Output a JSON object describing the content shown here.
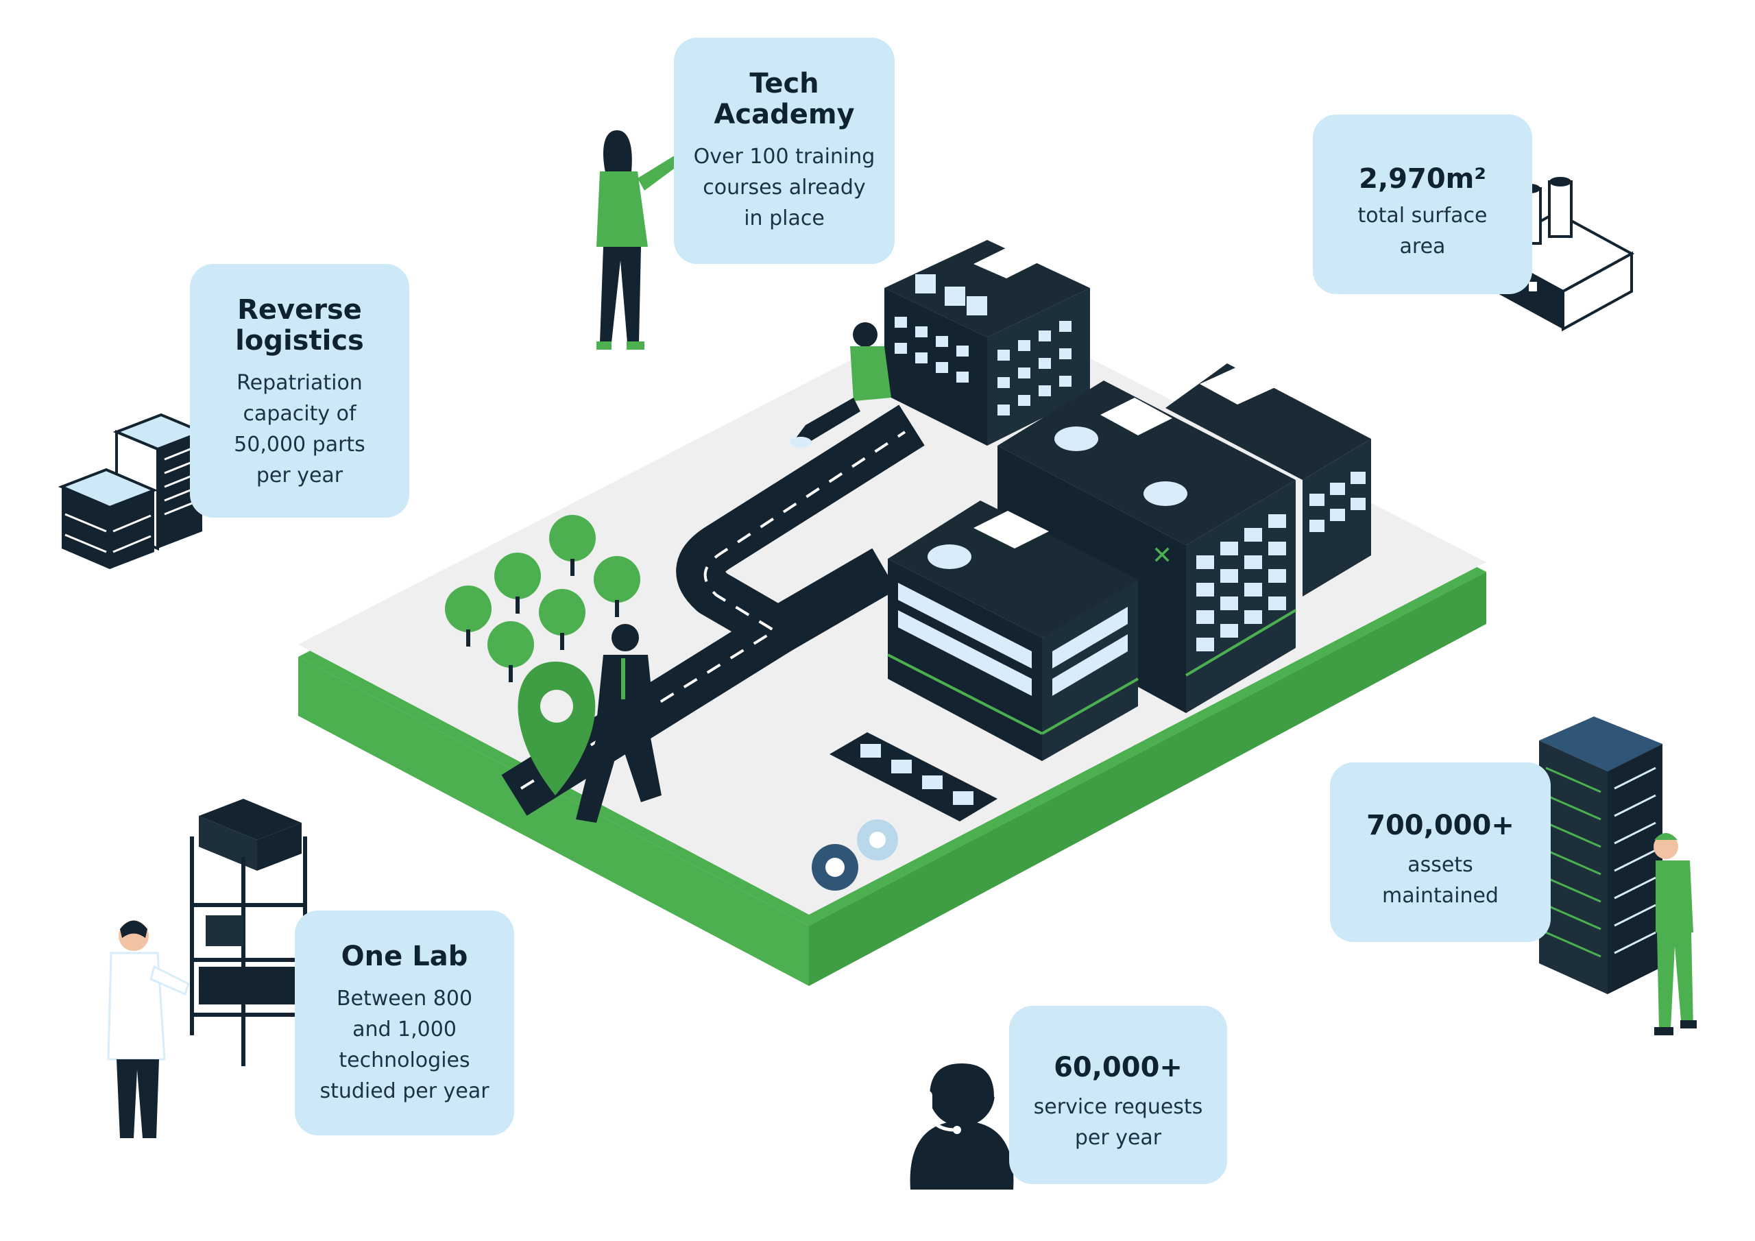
{
  "colors": {
    "card_bg": "#cde9f8",
    "dark_navy": "#13232f",
    "brand_green": "#4caf50",
    "platform_top": "#efefef",
    "window_blue": "#d8ecf9"
  },
  "cards": {
    "tech_academy": {
      "title": "Tech\nAcademy",
      "desc": "Over 100 training\ncourses already\nin place"
    },
    "surface_area": {
      "title": "2,970m²",
      "desc": "total surface\narea"
    },
    "reverse_logistics": {
      "title": "Reverse\nlogistics",
      "desc": "Repatriation\ncapacity of\n50,000 parts\nper year"
    },
    "assets": {
      "title": "700,000+",
      "desc": "assets\nmaintained"
    },
    "one_lab": {
      "title": "One Lab",
      "desc": "Between 800\nand 1,000\ntechnologies\nstudied per year"
    },
    "service_requests": {
      "title": "60,000+",
      "desc": "service requests\nper year"
    }
  },
  "icons": {
    "tech_academy": "woman-presenter-icon",
    "surface_area": "factory-icon",
    "reverse_logistics": "server-stack-icon",
    "assets": "server-rack-technician-icon",
    "one_lab": "lab-technician-rack-icon",
    "service_requests": "headset-operator-icon",
    "campus": "isometric-campus-icon",
    "location": "map-pin-icon",
    "settings": "gears-icon"
  }
}
